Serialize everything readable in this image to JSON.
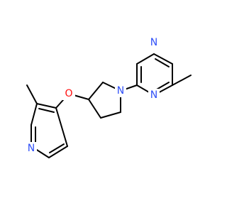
{
  "structure": {
    "atom_labels": {
      "n_pyrazine_top": "N",
      "n_pyrazine_bottom": "N",
      "n_pyrrolidine": "N",
      "o_ether": "O",
      "n_pyridine": "N"
    },
    "colors": {
      "bond": "#000000",
      "nitrogen": "#3050F8",
      "oxygen": "#FF0D0D"
    }
  }
}
